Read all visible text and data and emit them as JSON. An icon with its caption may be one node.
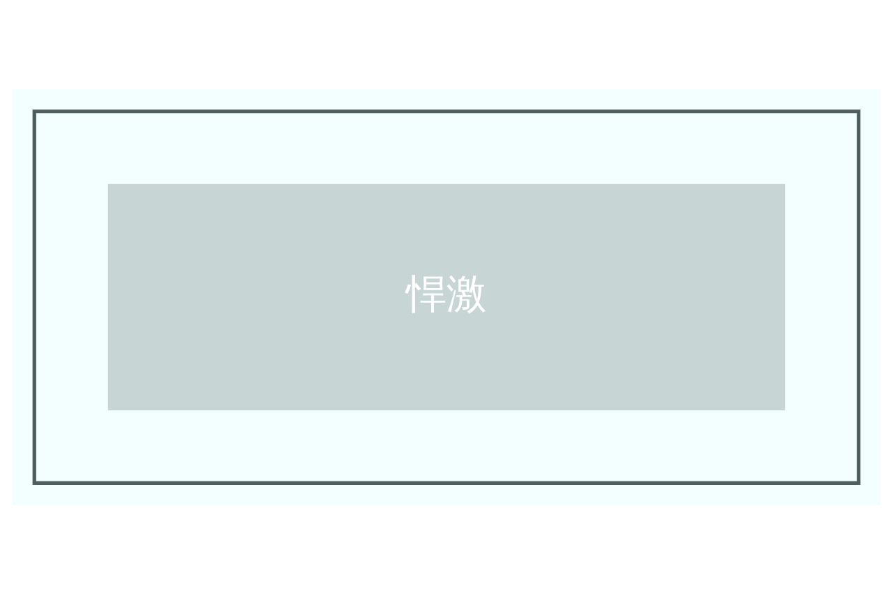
{
  "diagram": {
    "nodes": [
      {
        "text": [],
        "shape": "box"
      },
      {
        "text": [
          "悍激"
        ],
        "in": 0
      }
    ]
  }
}
